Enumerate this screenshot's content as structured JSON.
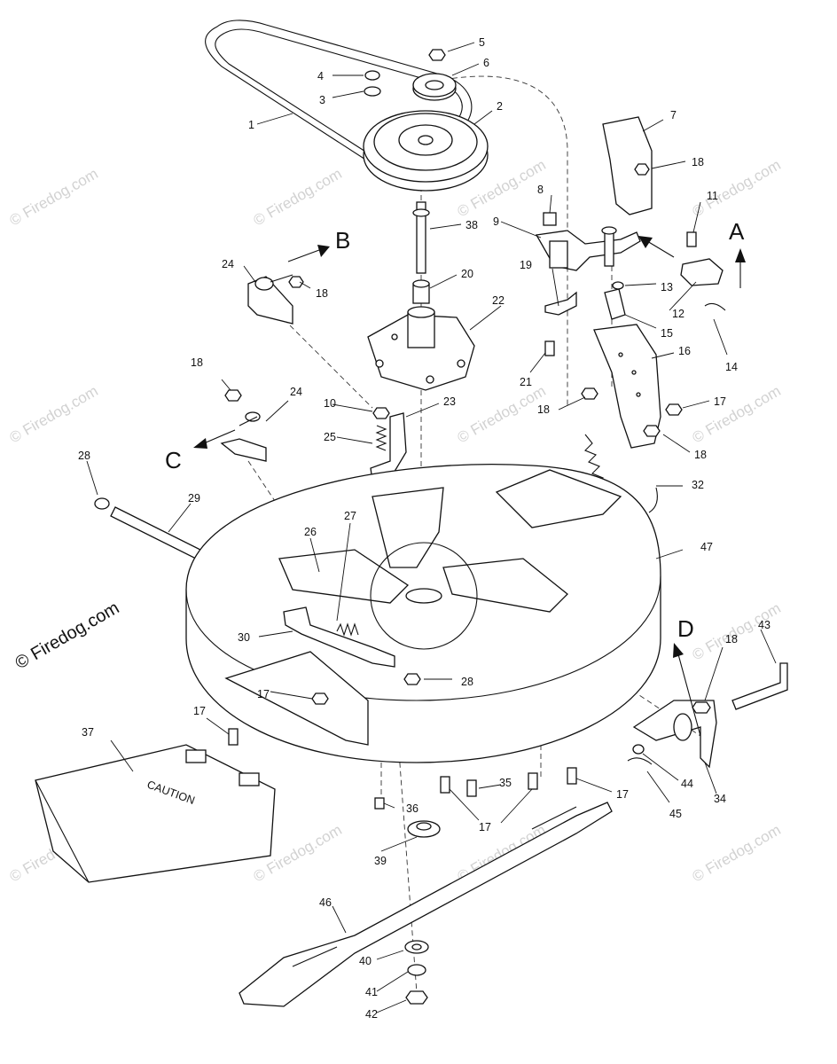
{
  "watermark": "© Firedog.com",
  "caution_label": "CAUTION",
  "callouts": {
    "c1": "1",
    "c2": "2",
    "c3": "3",
    "c4": "4",
    "c5": "5",
    "c6": "6",
    "c7": "7",
    "c8": "8",
    "c9": "9",
    "c10": "10",
    "c11": "11",
    "c12": "12",
    "c13": "13",
    "c14": "14",
    "c15": "15",
    "c16": "16",
    "c17": "17",
    "c18": "18",
    "c19": "19",
    "c20": "20",
    "c21": "21",
    "c22": "22",
    "c23": "23",
    "c24": "24",
    "c25": "25",
    "c26": "26",
    "c27": "27",
    "c28": "28",
    "c29": "29",
    "c30": "30",
    "c32": "32",
    "c34": "34",
    "c35": "35",
    "c36": "36",
    "c37": "37",
    "c38": "38",
    "c39": "39",
    "c40": "40",
    "c41": "41",
    "c42": "42",
    "c43": "43",
    "c44": "44",
    "c45": "45",
    "c46": "46",
    "c47": "47"
  },
  "views": {
    "A": "A",
    "B": "B",
    "C": "C",
    "D": "D"
  }
}
